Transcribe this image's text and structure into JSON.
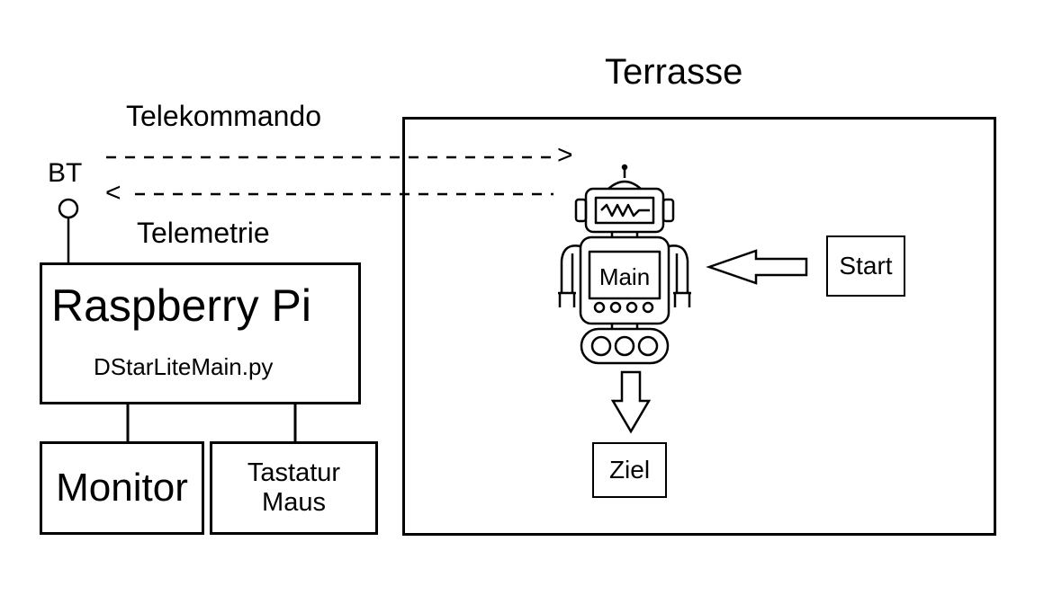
{
  "terrace": {
    "title": "Terrasse"
  },
  "bluetooth": {
    "label": "BT",
    "command_label": "Telekommando",
    "telemetry_label": "Telemetrie",
    "arrow_out": ">",
    "arrow_in": "<"
  },
  "raspberry": {
    "title": "Raspberry Pi",
    "script": "DStarLiteMain.py"
  },
  "peripherals": {
    "monitor": "Monitor",
    "keyboard_line1": "Tastatur",
    "keyboard_line2": "Maus"
  },
  "robot": {
    "screen_label": "Main"
  },
  "start": {
    "label": "Start"
  },
  "goal": {
    "label": "Ziel"
  }
}
